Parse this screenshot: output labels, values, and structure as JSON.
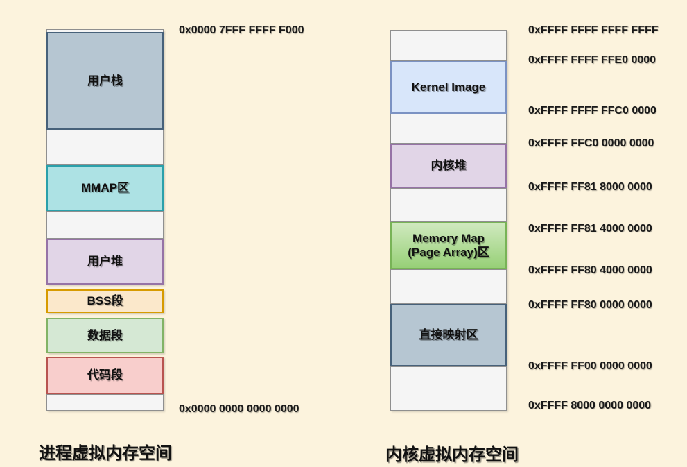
{
  "canvas": {
    "background": "#FCF3DD"
  },
  "colors": {
    "empty": {
      "fill": "#F5F5F5",
      "border": "#8F8F8F"
    },
    "blue_gray": {
      "fill": "#B6C6D2",
      "border": "#47617A"
    },
    "teal": {
      "fill": "#ADE2E4",
      "border": "#2AA0AA"
    },
    "purple": {
      "fill": "#E1D5E7",
      "border": "#9673A6"
    },
    "orange": {
      "fill": "#FBE8CB",
      "border": "#D79B00"
    },
    "green": {
      "fill": "#D5E8D4",
      "border": "#82B366"
    },
    "red": {
      "fill": "#F8CECC",
      "border": "#B85450"
    },
    "light_blue": {
      "fill": "#D8E6FA",
      "border": "#7B92C3"
    },
    "green_gradient": {
      "fill": "#CFE9BE",
      "fill2": "#97D077",
      "border": "#78B356"
    }
  },
  "process_space": {
    "title": "进程虚拟内存空间",
    "top_address": "0x0000 7FFF FFFF F000",
    "bottom_address": "0x0000 0000 0000 0000",
    "segments": {
      "user_stack": "用户栈",
      "mmap": "MMAP区",
      "user_heap": "用户堆",
      "bss": "BSS段",
      "data": "数据段",
      "code": "代码段"
    }
  },
  "kernel_space": {
    "title": "内核虚拟内存空间",
    "segments": {
      "kernel_image": "Kernel Image",
      "kernel_heap": "内核堆",
      "memory_map": "Memory Map\n(Page Array)区",
      "direct_mapping": "直接映射区"
    },
    "addresses": [
      "0xFFFF FFFF FFFF FFFF",
      "0xFFFF FFFF FFE0 0000",
      "0xFFFF FFFF FFC0 0000",
      "0xFFFF FFC0 0000 0000",
      "0xFFFF FF81 8000 0000",
      "0xFFFF FF81 4000 0000",
      "0xFFFF FF80 4000 0000",
      "0xFFFF FF80 0000 0000",
      "0xFFFF FF00 0000 0000",
      "0xFFFF 8000 0000 0000"
    ]
  }
}
